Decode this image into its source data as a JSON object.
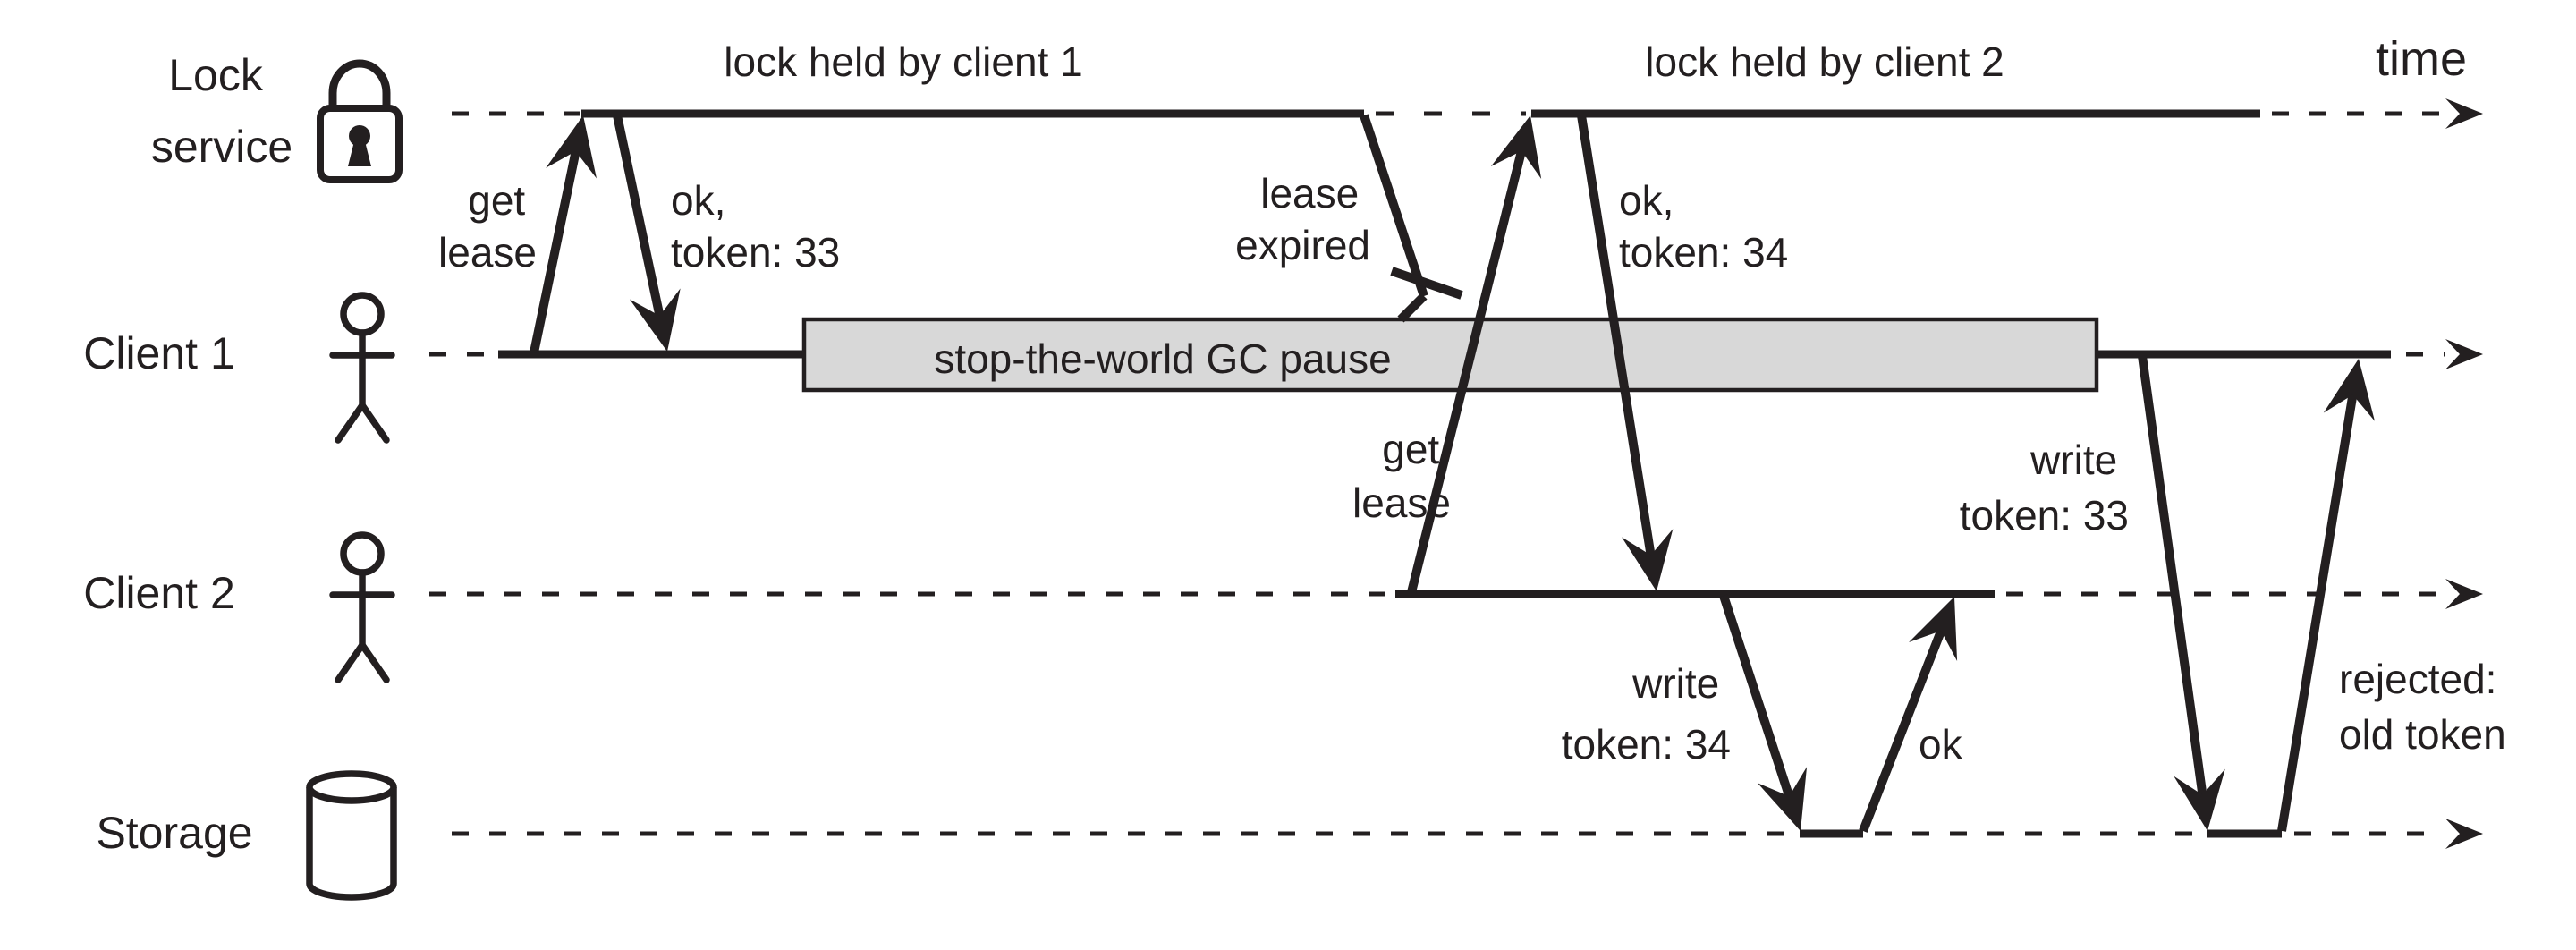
{
  "figure": {
    "kind": "sequence-timeline-diagram"
  },
  "colors": {
    "ink": "#231f20",
    "gc_box_fill": "#d8d8d8",
    "background": "#ffffff"
  },
  "time_axis": {
    "label": "time"
  },
  "lanes": [
    {
      "label_lines": [
        "Lock",
        "service"
      ],
      "icon": "padlock-icon"
    },
    {
      "label_lines": [
        "Client 1"
      ],
      "icon": "person-icon"
    },
    {
      "label_lines": [
        "Client 2"
      ],
      "icon": "person-icon"
    },
    {
      "label_lines": [
        "Storage"
      ],
      "icon": "database-cylinder-icon"
    }
  ],
  "annotations": {
    "lock_held_1": "lock held by client 1",
    "lock_held_2": "lock held by client 2",
    "gc_pause": "stop-the-world GC pause"
  },
  "messages": {
    "get_lease_1": [
      "get",
      "lease"
    ],
    "ok_token_33": [
      "ok,",
      "token: 33"
    ],
    "lease_expired": [
      "lease",
      "expired"
    ],
    "get_lease_2": [
      "get",
      "lease"
    ],
    "ok_token_34": [
      "ok,",
      "token: 34"
    ],
    "write_token_34": [
      "write",
      "token: 34"
    ],
    "ok_write": [
      "ok"
    ],
    "write_token_33": [
      "write",
      "token: 33"
    ],
    "rejected_old_token": [
      "rejected:",
      "old token"
    ]
  }
}
